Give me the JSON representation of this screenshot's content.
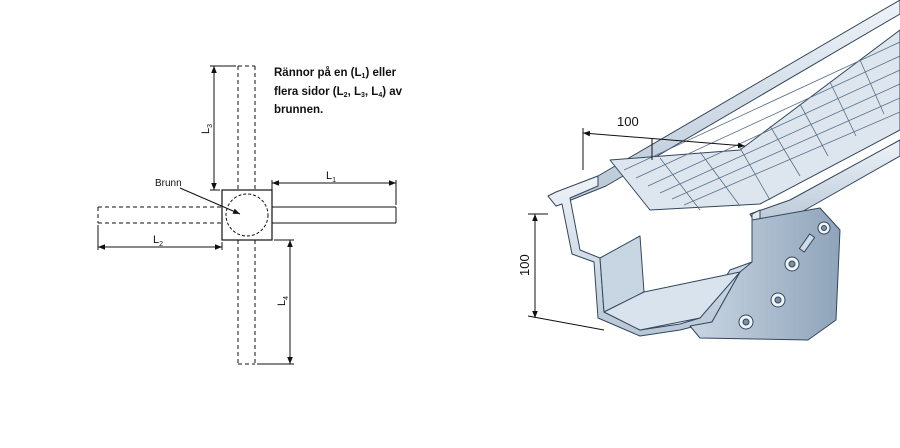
{
  "plan": {
    "note": {
      "line1_a": "Rännor på en (L",
      "line1_sub": "1",
      "line1_b": ") eller",
      "line2_a": "flera sidor (L",
      "line2_sub1": "2",
      "line2_sep1": ", L",
      "line2_sub2": "3",
      "line2_sep2": ", L",
      "line2_sub3": "4",
      "line2_b": ") av",
      "line3": "brunnen."
    },
    "brunn_label": "Brunn",
    "dim_L1": {
      "main": "L",
      "sub": "1"
    },
    "dim_L2": {
      "main": "L",
      "sub": "2"
    },
    "dim_L3": {
      "main": "L",
      "sub": "3"
    },
    "dim_L4": {
      "main": "L",
      "sub": "4"
    }
  },
  "section": {
    "dim_width": "100",
    "dim_height": "100"
  }
}
